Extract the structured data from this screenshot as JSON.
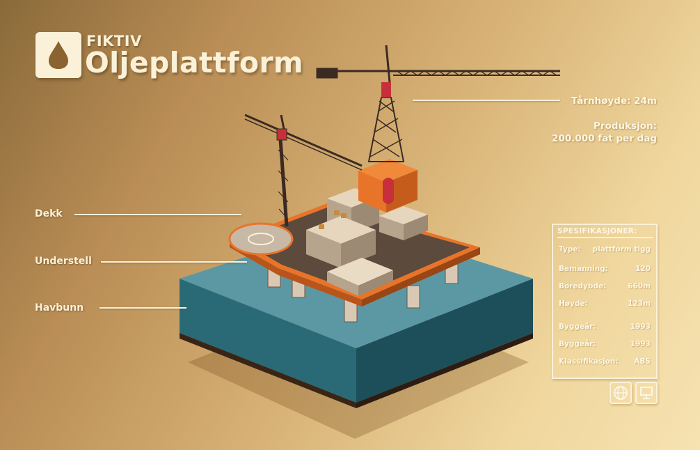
{
  "brand": {
    "small": "FIKTIV",
    "big": "Oljeplattform",
    "icon": "oil-drop-icon"
  },
  "callouts_left": [
    {
      "label": "Dekk"
    },
    {
      "label": "Understell"
    },
    {
      "label": "Havbunn"
    }
  ],
  "callouts_right": {
    "tower": "Tårnhøyde: 24m",
    "production_label": "Produksjon:",
    "production_value": "200.000 fat per dag"
  },
  "specs": {
    "title": "SPESIFIKASJONER:",
    "rows": [
      {
        "key": "Type:",
        "value": "plattform tigg"
      },
      {
        "key": "Bemanning:",
        "value": "120"
      },
      {
        "key": "Boredybde:",
        "value": "660m"
      },
      {
        "key": "Høyde:",
        "value": "123m"
      },
      {
        "key": "Byggeår:",
        "value": "1993"
      },
      {
        "key": "Byggeår:",
        "value": "1993"
      },
      {
        "key": "Klassifikasjon:",
        "value": "ABS"
      }
    ]
  },
  "icons": [
    "globe-icon",
    "monitor-icon"
  ],
  "colors": {
    "sea": "#4f8c9a",
    "sea_side": "#235e6b",
    "orange": "#e8742a",
    "deck": "#5c4a3c",
    "cream": "#fbf1d8"
  }
}
